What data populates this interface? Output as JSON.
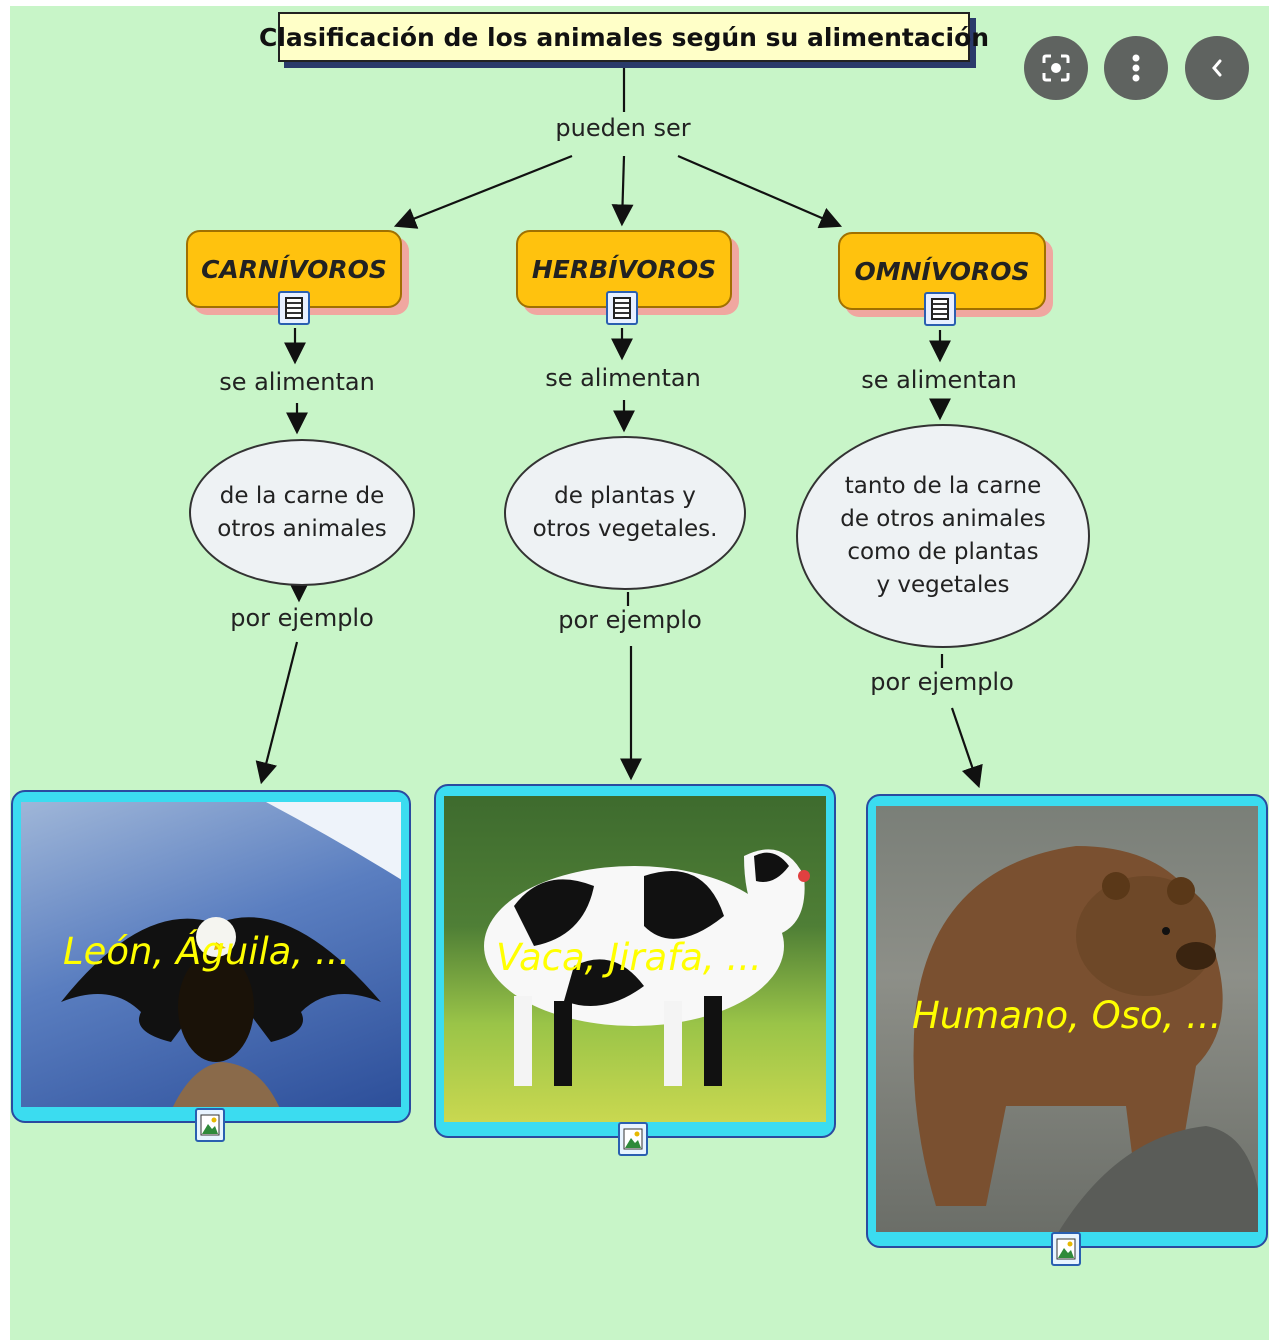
{
  "map": {
    "title": "Clasificación de los animales según su alimentación",
    "root_link": "pueden ser",
    "categories": [
      {
        "name": "CARNÍVOROS",
        "link1": "se alimentan",
        "description": "de la carne de\notros animales",
        "link2": "por ejemplo",
        "examples": "León, Águila, ..."
      },
      {
        "name": "HERBÍVOROS",
        "link1": "se alimentan",
        "description": "de plantas y\notros vegetales.",
        "link2": "por ejemplo",
        "examples": "Vaca, Jirafa, ..."
      },
      {
        "name": "OMNÍVOROS",
        "link1": "se alimentan",
        "description": "tanto de la carne\nde otros animales\ncomo de plantas\ny vegetales",
        "link2": "por ejemplo",
        "examples": "Humano, Oso, ..."
      }
    ]
  },
  "overlay_buttons": [
    {
      "icon": "lens-icon"
    },
    {
      "icon": "more-vertical-icon"
    },
    {
      "icon": "chevron-left-icon"
    }
  ],
  "colors": {
    "background": "#c8f5c8",
    "concept_fill": "#ffc20e",
    "title_fill": "#ffffc8",
    "photo_frame": "#3bdcf0",
    "caption": "#ffff00"
  }
}
